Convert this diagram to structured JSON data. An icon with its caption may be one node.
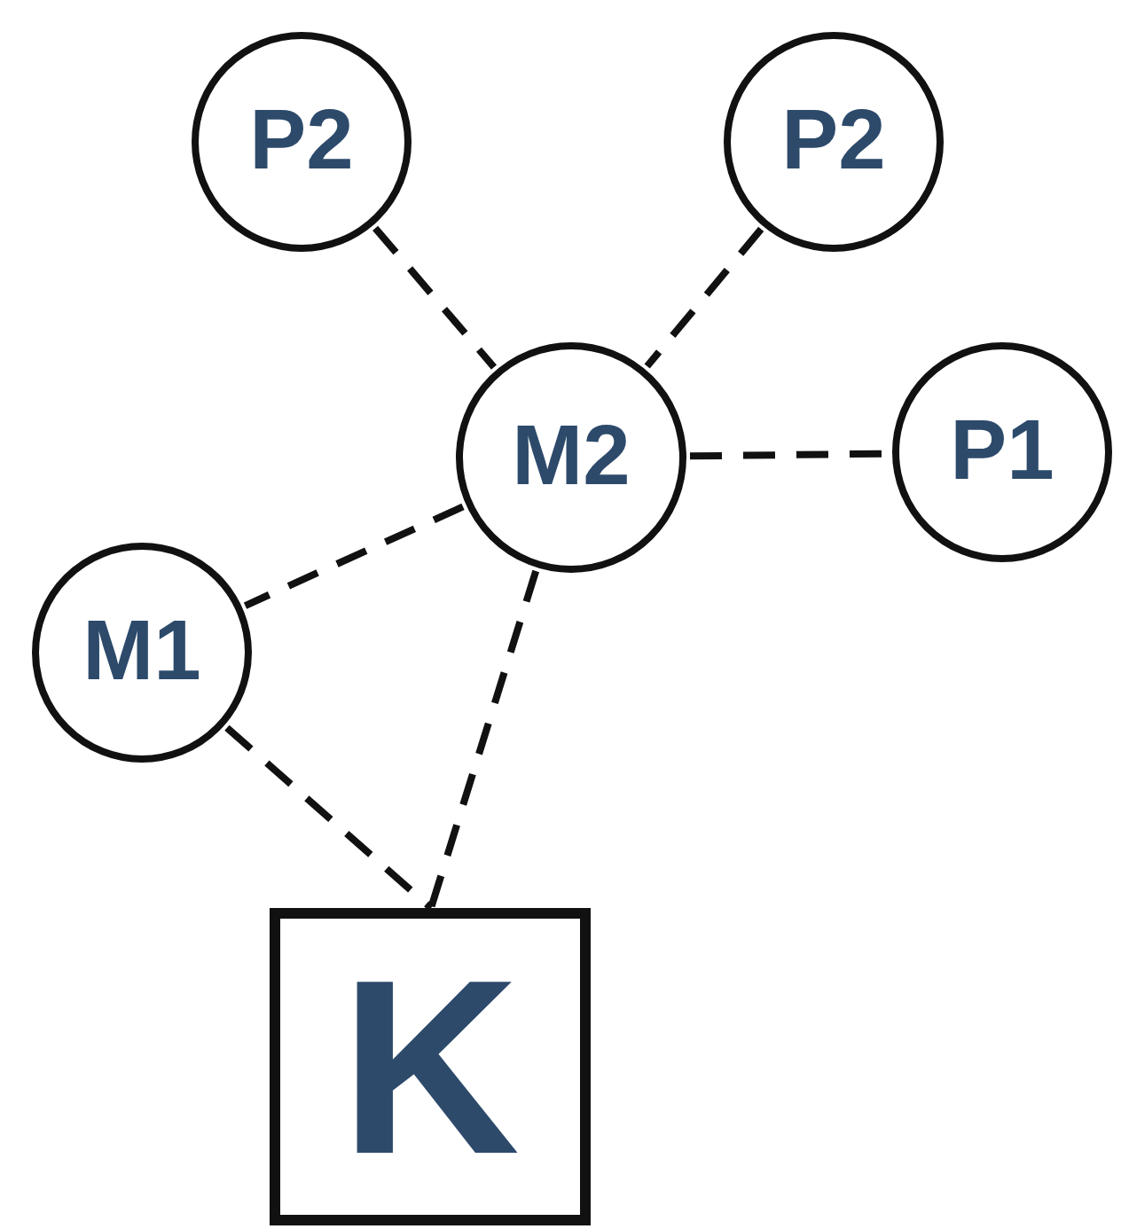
{
  "diagram": {
    "nodes": [
      {
        "text": [
          "P2"
        ]
      },
      {
        "text": [
          "P2"
        ]
      },
      {
        "text": [
          "M2"
        ]
      },
      {
        "text": [
          "P1"
        ]
      },
      {
        "text": [
          "M1"
        ]
      },
      {
        "text": [
          "K"
        ]
      }
    ],
    "edges": [
      {
        "from": 0,
        "to": 2,
        "arrow": "none",
        "style": "dashed"
      },
      {
        "from": 1,
        "to": 2,
        "arrow": "none",
        "style": "dashed"
      },
      {
        "from": 2,
        "to": 3,
        "arrow": "none",
        "style": "dashed"
      },
      {
        "from": 2,
        "to": 4,
        "arrow": "none",
        "style": "dashed"
      },
      {
        "from": 2,
        "to": 5,
        "arrow": "none",
        "style": "dashed"
      },
      {
        "from": 4,
        "to": 5,
        "arrow": "none",
        "style": "dashed"
      }
    ]
  }
}
